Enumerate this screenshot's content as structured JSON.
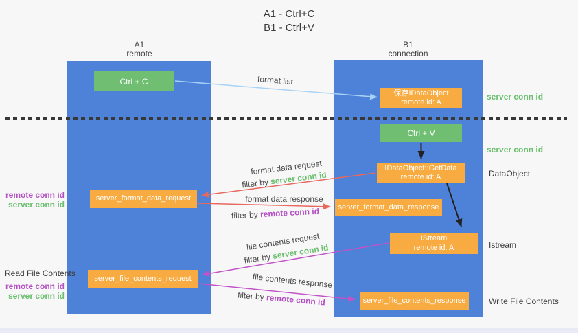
{
  "title": {
    "line1": "A1 - Ctrl+C",
    "line2": "B1 - Ctrl+V"
  },
  "lanes": {
    "left": {
      "name": "A1",
      "subtitle": "remote"
    },
    "right": {
      "name": "B1",
      "subtitle": "connection"
    }
  },
  "nodes": {
    "ctrl_c": {
      "label": "Ctrl + C"
    },
    "save_dataobject": {
      "line1": "保存IDataObject",
      "line2": "remote id: A"
    },
    "ctrl_v": {
      "label": "Ctrl + V"
    },
    "getdata": {
      "line1": "IDataObject::GetData",
      "line2": "remote id: A"
    },
    "format_request": {
      "label": "server_format_data_request"
    },
    "format_response": {
      "label": "server_format_data_response"
    },
    "istream": {
      "line1": "IStream",
      "line2": "remote id: A"
    },
    "file_request": {
      "label": "server_file_contents_request"
    },
    "file_response": {
      "label": "server_file_contents_response"
    }
  },
  "arrow_labels": {
    "format_list": "format list",
    "format_data_request": "format data request",
    "format_data_response": "format data response",
    "file_contents_request": "file contents request",
    "file_contents_response": "file contents response",
    "filter_by": "filter by",
    "server_conn_id": "server conn id",
    "remote_conn_id": "remote conn id"
  },
  "side_labels": {
    "server_conn_id_top": "server conn id",
    "server_conn_id_mid": "server conn id",
    "dataobject": "DataObject",
    "istream": "Istream",
    "write_file_contents": "Write File Contents",
    "read_file_contents": "Read File Contents",
    "remote_conn_id_1": "remote conn id",
    "server_conn_id_1": "server conn id",
    "remote_conn_id_2": "remote conn id",
    "server_conn_id_2": "server conn id"
  },
  "colors": {
    "background": "#f7f7f8",
    "lane_blue": "#4d82d8",
    "box_green": "#6fbe72",
    "box_orange": "#f7ab40",
    "arrow_blue": "#a9d3f5",
    "arrow_red": "#e8685e",
    "arrow_magenta": "#c153c8",
    "arrow_black": "#222222",
    "label_green": "#6abf6e",
    "label_purple": "#b44fc4",
    "separator": "#383838",
    "bottom_strip": "#e9eaf5"
  }
}
